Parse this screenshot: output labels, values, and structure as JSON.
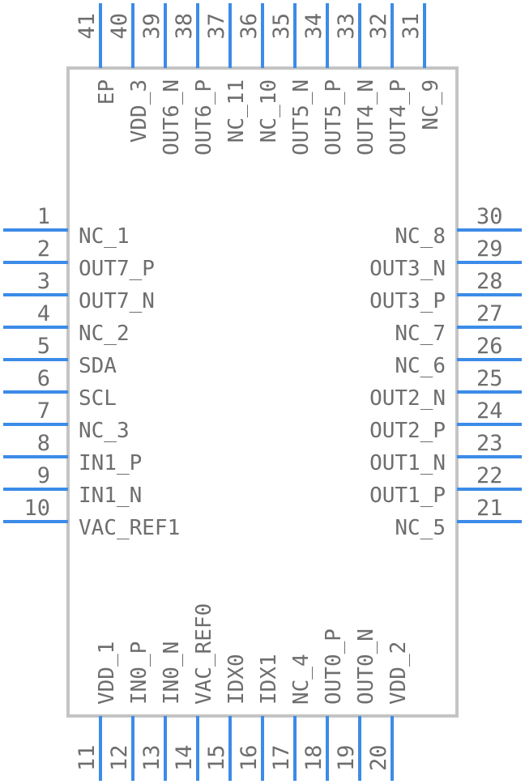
{
  "colors": {
    "pin": "#3c8be8",
    "body": "#c4c4c4",
    "text": "#6e6e6e",
    "background": "#ffffff"
  },
  "left_pins": [
    {
      "num": "1",
      "name": "NC_1"
    },
    {
      "num": "2",
      "name": "OUT7_P"
    },
    {
      "num": "3",
      "name": "OUT7_N"
    },
    {
      "num": "4",
      "name": "NC_2"
    },
    {
      "num": "5",
      "name": "SDA"
    },
    {
      "num": "6",
      "name": "SCL"
    },
    {
      "num": "7",
      "name": "NC_3"
    },
    {
      "num": "8",
      "name": "IN1_P"
    },
    {
      "num": "9",
      "name": "IN1_N"
    },
    {
      "num": "10",
      "name": "VAC_REF1"
    }
  ],
  "bottom_pins": [
    {
      "num": "11",
      "name": "VDD_1"
    },
    {
      "num": "12",
      "name": "IN0_P"
    },
    {
      "num": "13",
      "name": "IN0_N"
    },
    {
      "num": "14",
      "name": "VAC_REF0"
    },
    {
      "num": "15",
      "name": "IDX0"
    },
    {
      "num": "16",
      "name": "IDX1"
    },
    {
      "num": "17",
      "name": "NC_4"
    },
    {
      "num": "18",
      "name": "OUT0_P"
    },
    {
      "num": "19",
      "name": "OUT0_N"
    },
    {
      "num": "20",
      "name": "VDD_2"
    }
  ],
  "right_pins": [
    {
      "num": "21",
      "name": "NC_5"
    },
    {
      "num": "22",
      "name": "OUT1_P"
    },
    {
      "num": "23",
      "name": "OUT1_N"
    },
    {
      "num": "24",
      "name": "OUT2_P"
    },
    {
      "num": "25",
      "name": "OUT2_N"
    },
    {
      "num": "26",
      "name": "NC_6"
    },
    {
      "num": "27",
      "name": "NC_7"
    },
    {
      "num": "28",
      "name": "OUT3_P"
    },
    {
      "num": "29",
      "name": "OUT3_N"
    },
    {
      "num": "30",
      "name": "NC_8"
    }
  ],
  "top_pins": [
    {
      "num": "31",
      "name": "NC_9"
    },
    {
      "num": "32",
      "name": "OUT4_P"
    },
    {
      "num": "33",
      "name": "OUT4_N"
    },
    {
      "num": "34",
      "name": "OUT5_P"
    },
    {
      "num": "35",
      "name": "OUT5_N"
    },
    {
      "num": "36",
      "name": "NC_10"
    },
    {
      "num": "37",
      "name": "NC_11"
    },
    {
      "num": "38",
      "name": "OUT6_P"
    },
    {
      "num": "39",
      "name": "OUT6_N"
    },
    {
      "num": "40",
      "name": "VDD_3"
    },
    {
      "num": "41",
      "name": "EP"
    }
  ]
}
